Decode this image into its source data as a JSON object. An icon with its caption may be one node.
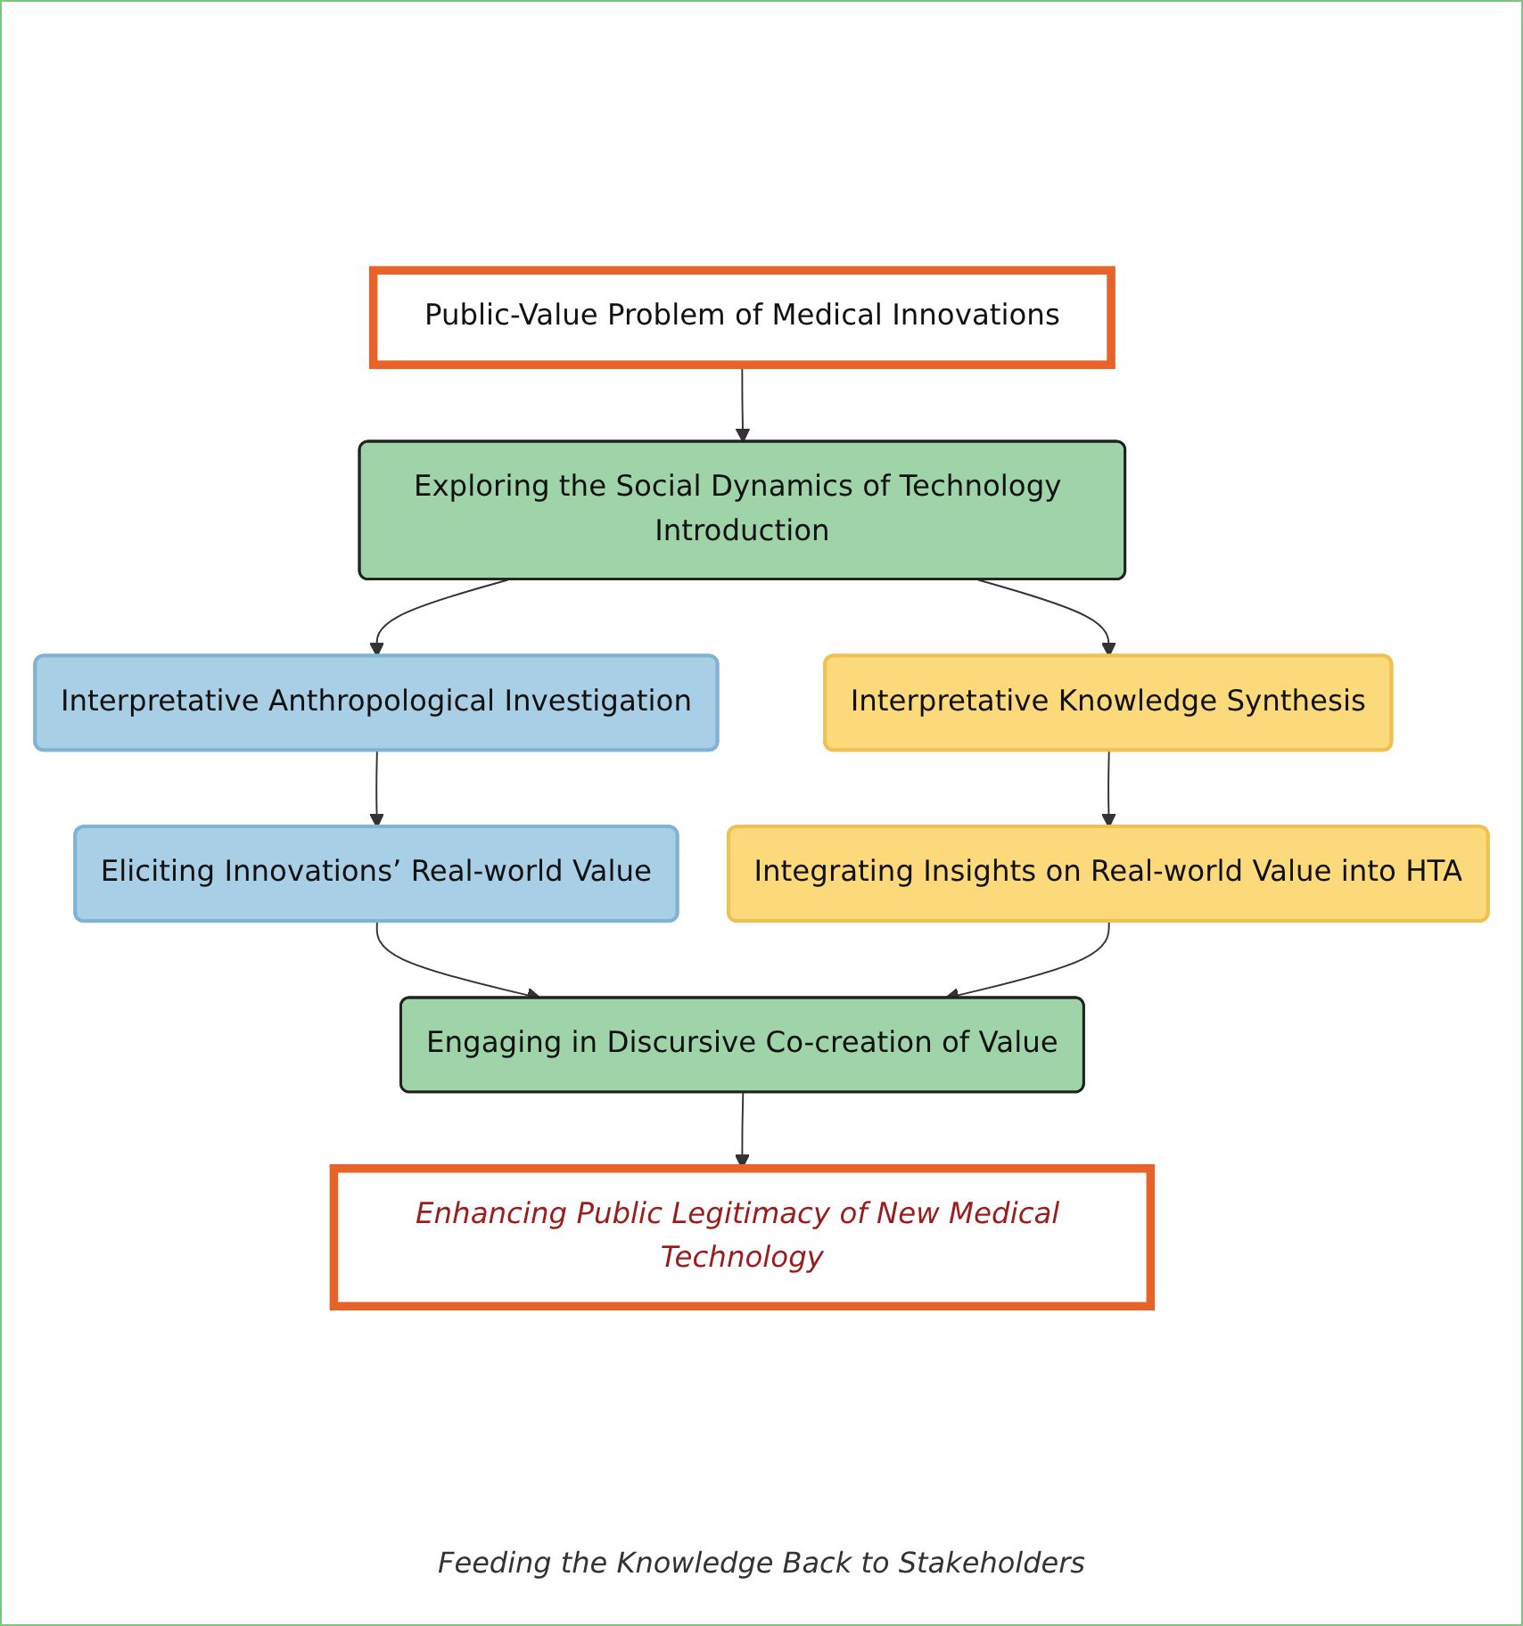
{
  "diagram": {
    "nodes": [
      {
        "text": [
          "Public-Value Problem of Medical Innovations"
        ]
      },
      {
        "text": [
          "Exploring the Social Dynamics of Technology Introduction"
        ]
      },
      {
        "text": [
          "Interpretative Anthropological Investigation"
        ]
      },
      {
        "text": [
          "Interpretative Knowledge Synthesis"
        ]
      },
      {
        "text": [
          "Eliciting Innovations’ Real-world Value"
        ]
      },
      {
        "text": [
          "Integrating Insights on Real-world Value into HTA"
        ]
      },
      {
        "text": [
          "Engaging in Discursive Co-creation of Value"
        ]
      },
      {
        "text": [
          "Enhancing Public Legitimacy of New Medical Technology"
        ]
      }
    ],
    "edges": [
      {
        "from": 0,
        "to": 1,
        "arrow": "to"
      },
      {
        "from": 1,
        "to": 2,
        "arrow": "to"
      },
      {
        "from": 1,
        "to": 3,
        "arrow": "to"
      },
      {
        "from": 2,
        "to": 4,
        "arrow": "to"
      },
      {
        "from": 3,
        "to": 5,
        "arrow": "to"
      },
      {
        "from": 4,
        "to": 6,
        "arrow": "to"
      },
      {
        "from": 5,
        "to": 6,
        "arrow": "to"
      },
      {
        "from": 6,
        "to": 7,
        "arrow": "to"
      }
    ],
    "labels": [
      "Feeding the Knowledge Back to Stakeholders"
    ]
  }
}
